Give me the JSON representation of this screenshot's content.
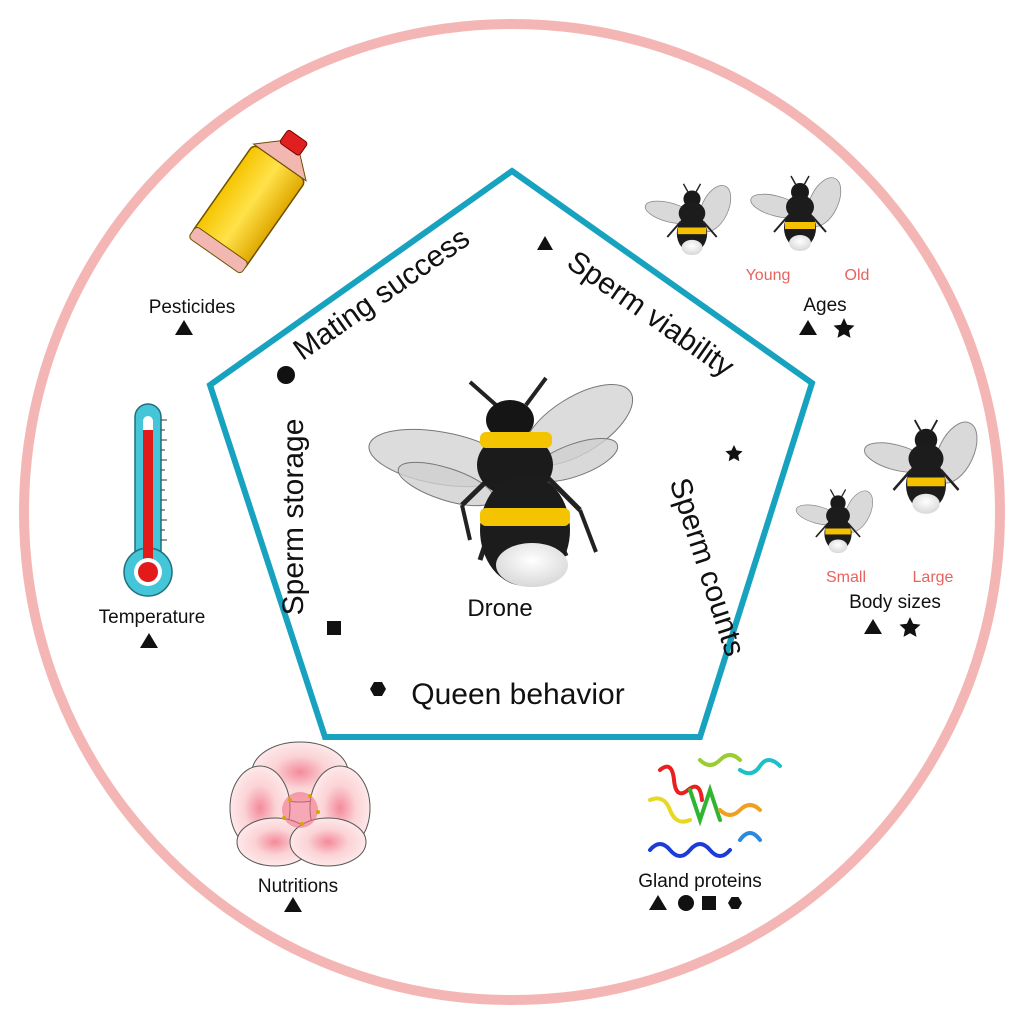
{
  "center": {
    "label": "Drone"
  },
  "pentagon_labels": {
    "mating_success": "Mating success",
    "sperm_viability": "Sperm viability",
    "sperm_counts": "Sperm counts",
    "queen_behavior": "Queen behavior",
    "sperm_storage": "Sperm storage"
  },
  "factors": {
    "pesticides": "Pesticides",
    "temperature": "Temperature",
    "nutritions": "Nutritions",
    "gland_proteins": "Gland proteins",
    "ages": "Ages",
    "ages_young": "Young",
    "ages_old": "Old",
    "body_sizes": "Body sizes",
    "body_small": "Small",
    "body_large": "Large"
  },
  "colors": {
    "outer_ring": "#f4b6b4",
    "pentagon": "#17a2bf",
    "accent_text": "#e8625f"
  },
  "icons": [
    "triangle-marker",
    "circle-marker",
    "square-marker",
    "star-marker",
    "hexagon-marker"
  ]
}
